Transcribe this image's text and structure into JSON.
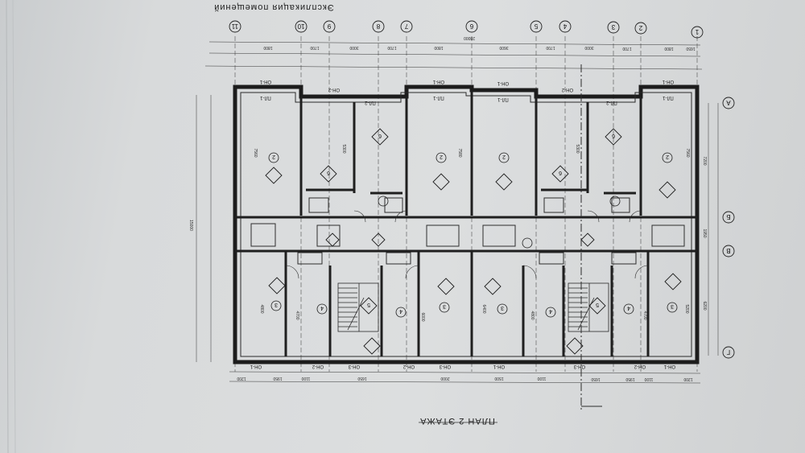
{
  "sheet": {
    "header_title": "Экспликация помещений",
    "plan_title": "ПЛАН 2 ЭТАЖА",
    "accent_line_color": "#2b2b2b",
    "paper_color": "#dcdedf"
  },
  "axes": {
    "vertical": [
      "11",
      "10",
      "9",
      "8",
      "7",
      "6",
      "5",
      "4",
      "3",
      "2",
      "1"
    ],
    "horizontal": [
      "А",
      "Б",
      "В",
      "Г"
    ]
  },
  "dimensions": {
    "overall_top": "28000",
    "overall_side": "15000",
    "side_segments": [
      "7200",
      "1950",
      "6200"
    ],
    "top_segments": [
      "1800",
      "1700",
      "3000",
      "1700",
      "1800",
      "3600",
      "1700",
      "3000",
      "1700",
      "1800",
      "1650"
    ],
    "bottom_segments": [
      "1200",
      "1950",
      "1100",
      "1650",
      "2000",
      "1500",
      "1100",
      "1650",
      "1950",
      "1100",
      "1200"
    ]
  },
  "window_tags": [
    "ОН-1",
    "ОН-2",
    "ОН-3",
    "ПЛ-1",
    "ПЛ-2"
  ],
  "room_labels": {
    "top_row": [
      "2",
      "6",
      "6",
      "2",
      "2",
      "6",
      "6",
      "2"
    ],
    "bottom_row": [
      "3",
      "4",
      "5",
      "4",
      "3",
      "3",
      "4",
      "5",
      "4",
      "3"
    ],
    "area_values": [
      "7560",
      "5300",
      "7580",
      "5300",
      "7560",
      "4700",
      "4800",
      "6000",
      "6400",
      "4800",
      "4700",
      "5200"
    ]
  }
}
